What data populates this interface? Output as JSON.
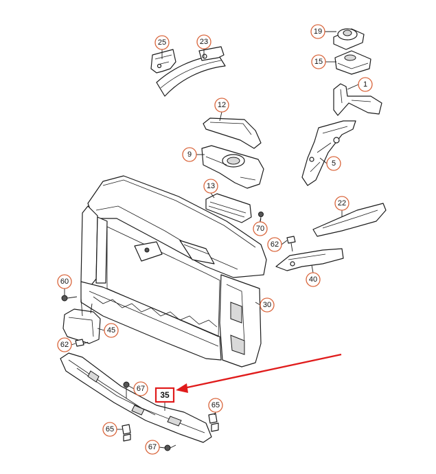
{
  "diagram": {
    "callouts": [
      {
        "id": "c25",
        "label": "25"
      },
      {
        "id": "c23",
        "label": "23"
      },
      {
        "id": "c19",
        "label": "19"
      },
      {
        "id": "c15",
        "label": "15"
      },
      {
        "id": "c1",
        "label": "1"
      },
      {
        "id": "c12",
        "label": "12"
      },
      {
        "id": "c5",
        "label": "5"
      },
      {
        "id": "c9",
        "label": "9"
      },
      {
        "id": "c13",
        "label": "13"
      },
      {
        "id": "c22",
        "label": "22"
      },
      {
        "id": "c70",
        "label": "70"
      },
      {
        "id": "c62a",
        "label": "62"
      },
      {
        "id": "c40",
        "label": "40"
      },
      {
        "id": "c60",
        "label": "60"
      },
      {
        "id": "c30",
        "label": "30"
      },
      {
        "id": "c45",
        "label": "45"
      },
      {
        "id": "c62b",
        "label": "62"
      },
      {
        "id": "c67a",
        "label": "67"
      },
      {
        "id": "c65a",
        "label": "65"
      },
      {
        "id": "c65b",
        "label": "65"
      },
      {
        "id": "c67b",
        "label": "67"
      }
    ],
    "highlighted": {
      "label": "35"
    },
    "colors": {
      "callout_ring": "#d9643a",
      "highlight": "#e01b1b",
      "line_art": "#1a1a1a"
    }
  }
}
